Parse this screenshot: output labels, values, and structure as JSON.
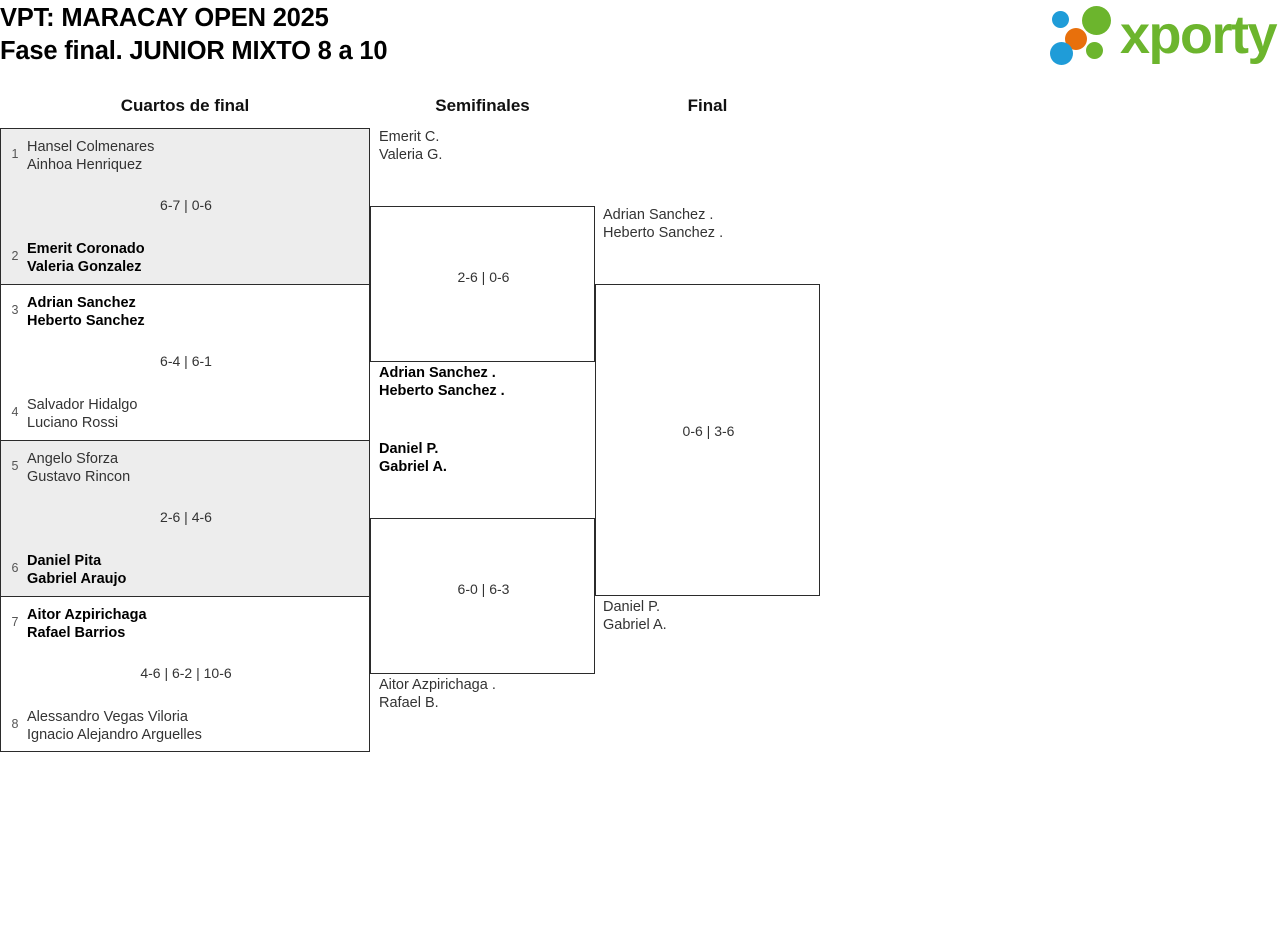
{
  "header": {
    "title_line1": "VPT: MARACAY OPEN 2025",
    "title_line2": "Fase final. JUNIOR MIXTO 8 a 10",
    "logo": {
      "wordmark": "xporty",
      "green": "#6cb52d",
      "orange": "#e8700c",
      "blue": "#1f9cd8"
    }
  },
  "rounds": {
    "quarterfinals_label": "Cuartos de final",
    "semifinals_label": "Semifinales",
    "final_label": "Final"
  },
  "quarterfinals": [
    {
      "seed_top": "1",
      "team_top": "Hansel Colmenares\nAinhoa Henriquez",
      "seed_bottom": "2",
      "team_bottom": "Emerit Coronado\nValeria Gonzalez",
      "score": "6-7 | 0-6",
      "winner": "bottom"
    },
    {
      "seed_top": "3",
      "team_top": "Adrian Sanchez\nHeberto Sanchez",
      "seed_bottom": "4",
      "team_bottom": "Salvador Hidalgo\nLuciano Rossi",
      "score": "6-4 | 6-1",
      "winner": "top"
    },
    {
      "seed_top": "5",
      "team_top": "Angelo Sforza\nGustavo Rincon",
      "seed_bottom": "6",
      "team_bottom": "Daniel Pita\nGabriel Araujo",
      "score": "2-6 | 4-6",
      "winner": "bottom"
    },
    {
      "seed_top": "7",
      "team_top": "Aitor Azpirichaga\nRafael Barrios",
      "seed_bottom": "8",
      "team_bottom": "Alessandro Vegas Viloria\nIgnacio Alejandro Arguelles",
      "score": "4-6 | 6-2 | 10-6",
      "winner": "top"
    }
  ],
  "semifinals": [
    {
      "team_top": "Emerit C.\nValeria G.",
      "team_bottom": "Adrian Sanchez .\nHeberto Sanchez .",
      "score": "2-6 | 0-6",
      "winner": "bottom"
    },
    {
      "team_top": "Daniel P.\nGabriel A.",
      "team_bottom": "Aitor Azpirichaga .\nRafael B.",
      "score": "6-0 | 6-3",
      "winner": "top"
    }
  ],
  "final": {
    "team_top": "Adrian Sanchez .\nHeberto Sanchez .",
    "team_bottom": "Daniel P.\nGabriel A.",
    "score": "0-6 | 3-6",
    "winner": "bottom"
  }
}
